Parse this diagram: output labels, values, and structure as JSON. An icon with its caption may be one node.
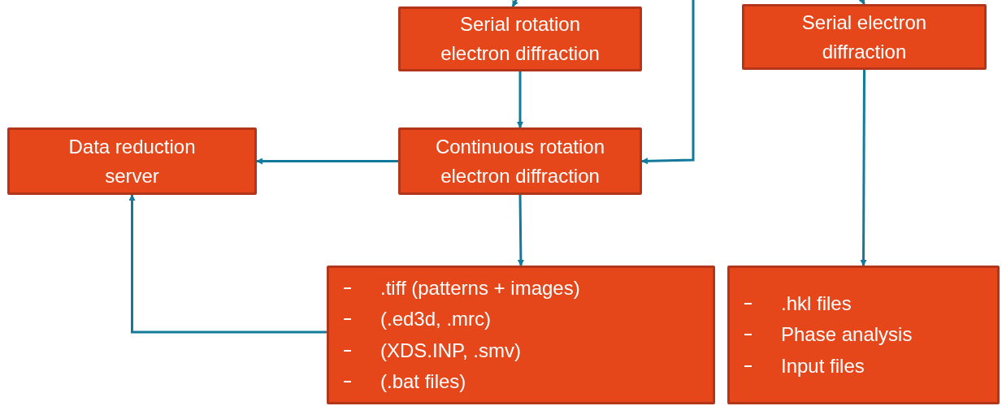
{
  "diagram": {
    "nodes": [
      {
        "text": [
          "Serial rotation electron diffraction"
        ]
      },
      {
        "text": [
          "Serial electron diffraction"
        ]
      },
      {
        "text": [
          "Data reduction server"
        ]
      },
      {
        "text": [
          "Continuous rotation electron diffraction"
        ]
      },
      {
        "text": [
          ".tiff (patterns + images)",
          "(.ed3d, .mrc)",
          "(XDS.INP, .smv)",
          "(.bat files)"
        ]
      },
      {
        "text": [
          ".hkl files",
          "Phase analysis",
          "Input files"
        ]
      }
    ],
    "edges": [
      {
        "from": null,
        "to": 0,
        "arrow": "to"
      },
      {
        "from": null,
        "to": 1,
        "arrow": "to"
      },
      {
        "from": null,
        "to": 3,
        "arrow": "to"
      },
      {
        "from": 0,
        "to": 3,
        "arrow": "to"
      },
      {
        "from": 3,
        "to": 2,
        "arrow": "to"
      },
      {
        "from": 3,
        "to": 4,
        "arrow": "to"
      },
      {
        "from": 4,
        "to": 2,
        "arrow": "to"
      },
      {
        "from": 1,
        "to": 5,
        "arrow": "to"
      }
    ]
  }
}
